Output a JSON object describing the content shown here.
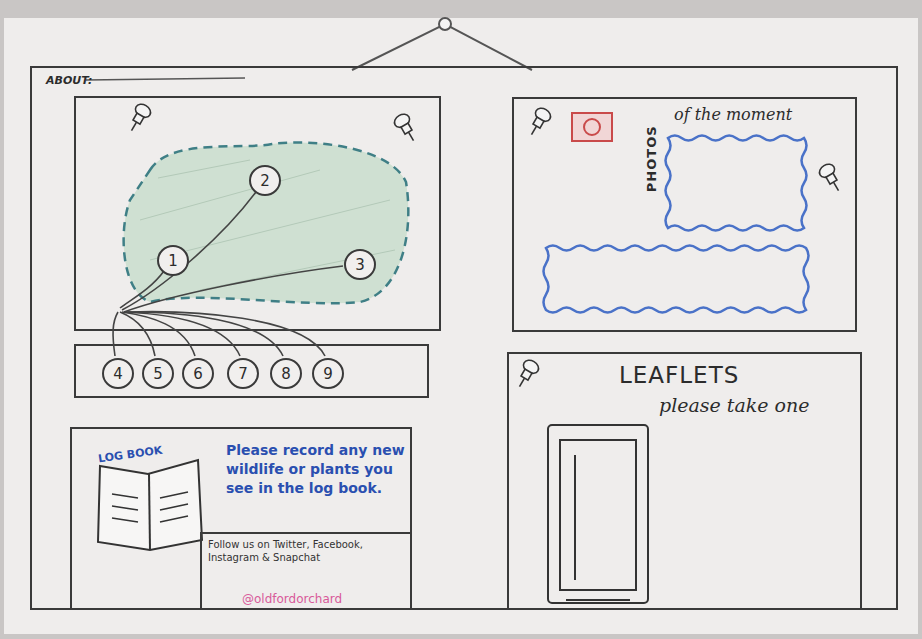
{
  "diagram": {
    "nodes": [
      {
        "text": [
          "ABOUT:"
        ]
      },
      {
        "text": [
          "1"
        ],
        "in": 0
      },
      {
        "text": [
          "2"
        ],
        "in": 0
      },
      {
        "text": [
          "3"
        ],
        "in": 0
      },
      {
        "text": [
          "4"
        ],
        "in": 0
      },
      {
        "text": [
          "5"
        ],
        "in": 0
      },
      {
        "text": [
          "6"
        ],
        "in": 0
      },
      {
        "text": [
          "7"
        ],
        "in": 0
      },
      {
        "text": [
          "8"
        ],
        "in": 0
      },
      {
        "text": [
          "9"
        ],
        "in": 0
      },
      {
        "text": [
          "PHOTOS",
          "of the moment"
        ],
        "in": 0
      },
      {
        "text": [
          "LEAFLETS",
          "please take one"
        ],
        "in": 0
      },
      {
        "text": [
          "Please record any new wildlife or plants you see in the log book."
        ],
        "in": 0
      },
      {
        "text": [
          "LOG BOOK"
        ],
        "in": 12
      },
      {
        "text": [
          "Follow us on Twitter, Facebook, Instagram & Snapchat",
          "@oldfordorchard"
        ],
        "in": 12
      }
    ]
  }
}
